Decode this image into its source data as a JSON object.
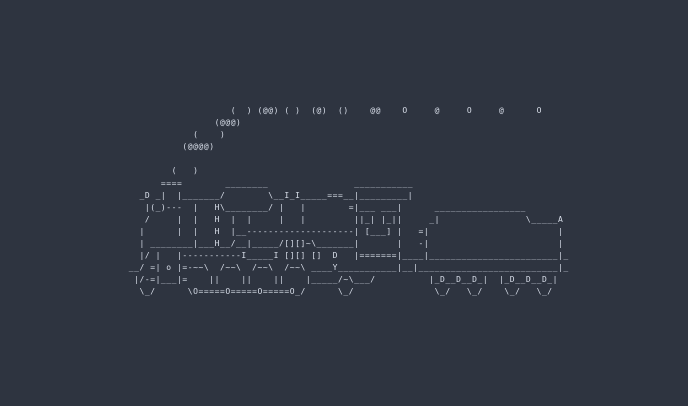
{
  "colors": {
    "background": "#2e3440",
    "text": "#d8dee9"
  },
  "ascii_art": {
    "lines": [
      "                     (  ) (@@) ( )  (@)  ()    @@    O     @     O     @      O",
      "                  (@@@)",
      "              (    )",
      "            (@@@@)",
      "",
      "          (   )",
      "        ====        ________                ___________",
      "    _D _|  |_______/        \\__I_I_____===__|_________|",
      "     |(_)---  |   H\\________/ |   |        =|___ ___|      _________________",
      "     /     |  |   H  |  |     |   |         ||_| |_||     _|                \\_____A",
      "    |      |  |   H  |__--------------------| [___] |   =|                        |",
      "    | ________|___H__/__|_____/[][]~\\_______|       |   -|                        |",
      "    |/ |   |-----------I_____I [][] []  D   |=======|____|________________________|_",
      "  __/ =| o |=-~~\\  /~~\\  /~~\\  /~~\\ ____Y___________|__|__________________________|_",
      "   |/-=|___|=    ||    ||    ||    |_____/~\\___/          |_D__D__D_|  |_D__D__D_|",
      "    \\_/      \\O=====O=====O=====O_/      \\_/               \\_/   \\_/    \\_/   \\_/"
    ]
  }
}
